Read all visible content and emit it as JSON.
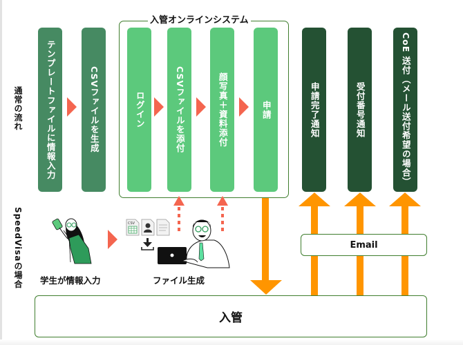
{
  "diagram": {
    "row_labels": {
      "normal_flow": "通常の流れ",
      "speedvisa": "SpeedVisaの場合"
    },
    "system_box_title": "入管オンラインシステム",
    "steps": [
      {
        "label": "テンプレートファイルに情報入力",
        "group": "pre"
      },
      {
        "label": "CSVファイルを生成",
        "group": "pre"
      },
      {
        "label": "ログイン",
        "group": "system"
      },
      {
        "label": "CSVファイルを添付",
        "group": "system"
      },
      {
        "label": "顔写真＋資料添付",
        "group": "system"
      },
      {
        "label": "申請",
        "group": "system"
      },
      {
        "label": "申請完了通知",
        "group": "notify"
      },
      {
        "label": "受付番号通知",
        "group": "notify"
      },
      {
        "label": "CoE 送付（メール送付希望の場合）",
        "group": "notify"
      }
    ],
    "speedvisa": {
      "student_caption": "学生が情報入力",
      "file_caption": "ファイル生成",
      "file_icons": [
        "csv-file-icon",
        "photo-file-icon",
        "document-file-icon"
      ],
      "csv_tag": "CSV"
    },
    "email_label": "Email",
    "immigration_label": "入管",
    "colors": {
      "step_pre": "#468a62",
      "step_system": "#5cc97c",
      "step_notify": "#245133",
      "flow_arrow": "#f4654f",
      "orange_arrow": "#ff9500",
      "box_border": "#3e7d2d"
    }
  }
}
